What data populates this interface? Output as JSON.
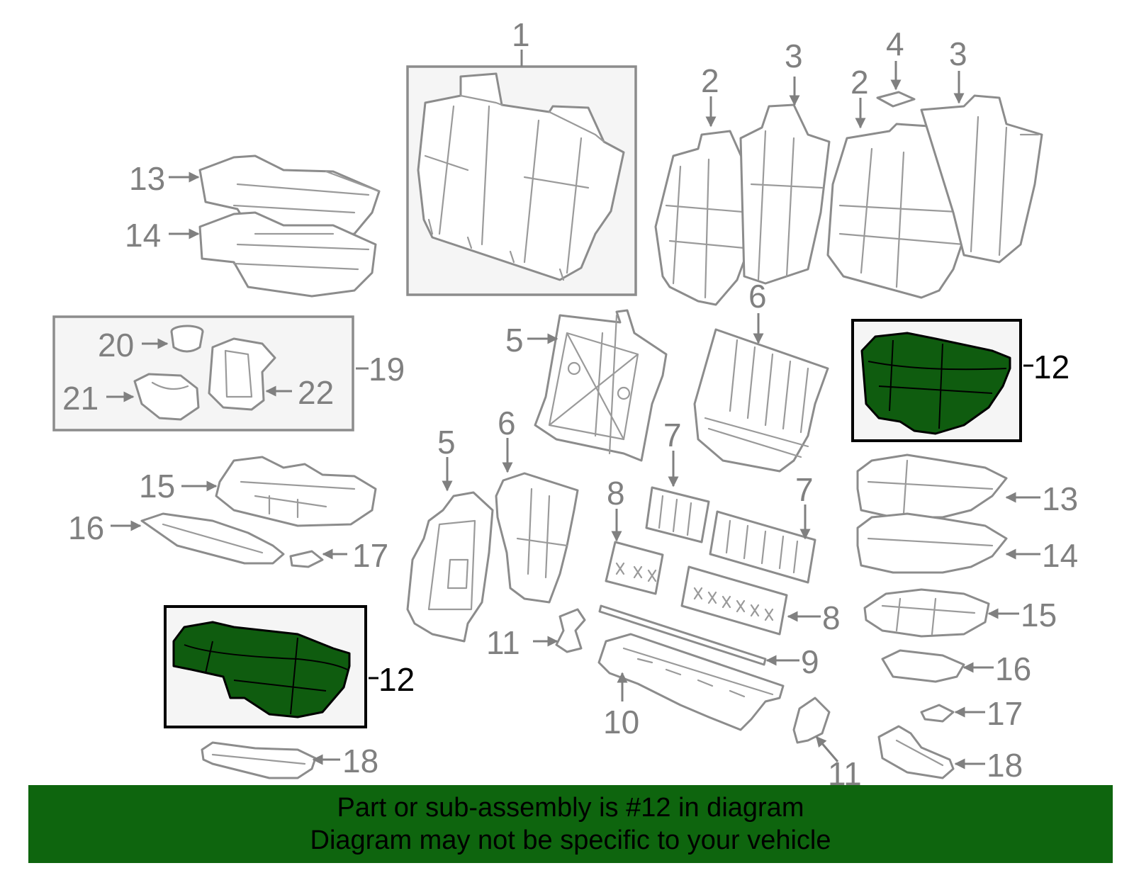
{
  "diagram": {
    "highlight_part": "12",
    "colors": {
      "highlight_fill": "#0f5c0f",
      "banner_bg": "#0e650e",
      "part_line": "#8c8c8c",
      "label_gray": "#808080"
    },
    "labels": {
      "p1": "1",
      "p2a": "2",
      "p2b": "2",
      "p3a": "3",
      "p3b": "3",
      "p4": "4",
      "p5a": "5",
      "p5b": "5",
      "p6a": "6",
      "p6b": "6",
      "p7a": "7",
      "p7b": "7",
      "p8a": "8",
      "p8b": "8",
      "p9": "9",
      "p10": "10",
      "p11a": "11",
      "p11b": "11",
      "p12a": "12",
      "p12b": "12",
      "p13a": "13",
      "p13b": "13",
      "p14a": "14",
      "p14b": "14",
      "p15a": "15",
      "p15b": "15",
      "p16a": "16",
      "p16b": "16",
      "p17a": "17",
      "p17b": "17",
      "p18a": "18",
      "p18b": "18",
      "p19": "19",
      "p20": "20",
      "p21": "21",
      "p22": "22"
    }
  },
  "banner": {
    "line1": "Part or sub-assembly is #12 in diagram",
    "line2": "Diagram may not be specific to your vehicle"
  }
}
